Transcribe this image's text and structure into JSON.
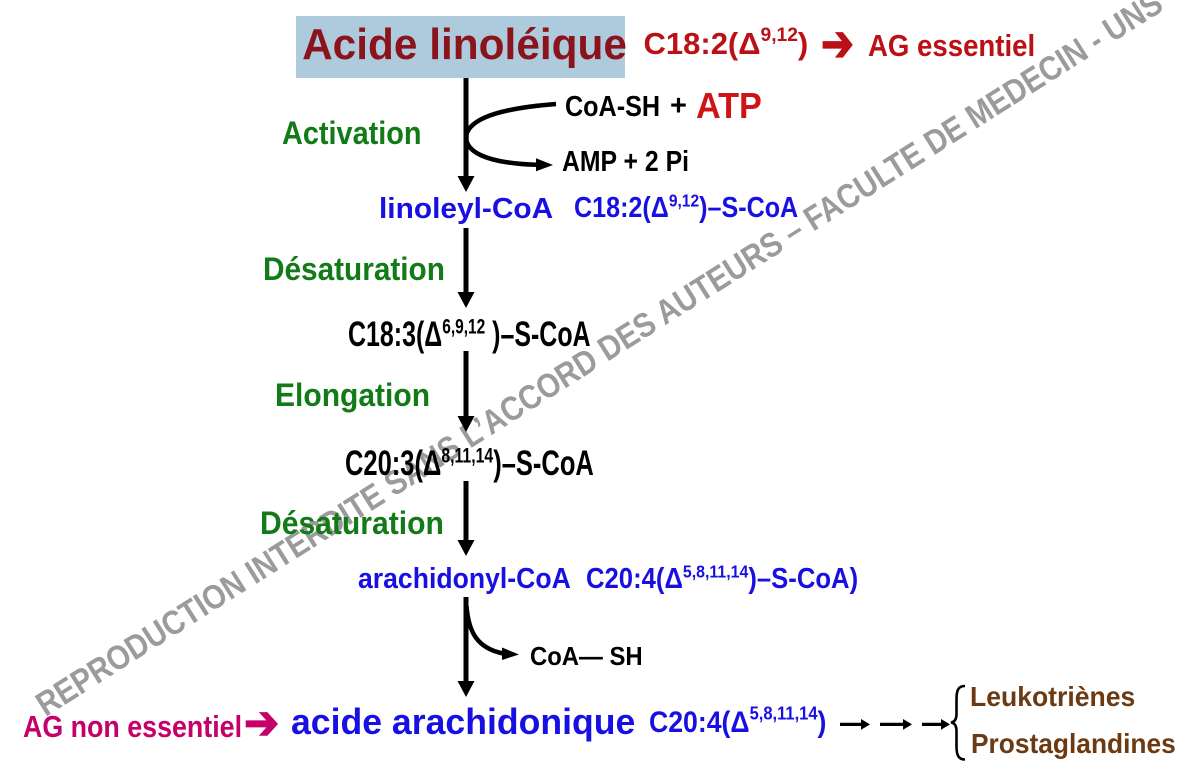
{
  "colors": {
    "background": "#ffffff",
    "title_text": "#8b141c",
    "title_bg": "#aecadd",
    "red": "#bb1016",
    "atp_red": "#d01317",
    "green": "#127a16",
    "blue": "#1810e3",
    "black": "#000000",
    "magenta": "#c5006a",
    "brown": "#6b3a12",
    "watermark_gray": "#9b9b9b"
  },
  "watermark": {
    "text": "REPRODUCTION INTERDITE SANS L’ACCORD DES AUTEURS – FACULTE DE MEDECIN - UNS"
  },
  "title": {
    "text": "Acide linoléique"
  },
  "essential_note": {
    "formula": {
      "pre": "C18:2(Δ",
      "sup": "9,12",
      "post": ")"
    },
    "arrow": "➔",
    "label": "AG essentiel"
  },
  "pathway": {
    "step1_label": "Activation",
    "cofactor_in": {
      "coa": "CoA-SH",
      "plus": "+",
      "atp": "ATP"
    },
    "cofactor_out": "AMP + 2 Pi",
    "intermediate1": {
      "name": "linoleyl-CoA",
      "formula": {
        "pre": "C18:2(Δ",
        "sup": "9,12",
        "post": ")–S-CoA"
      }
    },
    "step2_label": "Désaturation",
    "intermediate2": {
      "formula": {
        "pre": "C18:3(Δ",
        "sup": "6,9,12",
        "post": " )–S-CoA"
      }
    },
    "step3_label": "Elongation",
    "intermediate3": {
      "formula": {
        "pre": "C20:3(Δ",
        "sup": "8,11,14",
        "post": ")–S-CoA"
      }
    },
    "step4_label": "Désaturation",
    "intermediate4": {
      "name": "arachidonyl-CoA",
      "formula": {
        "pre": "C20:4(Δ",
        "sup": "5,8,11,14",
        "post": ")–S-CoA)"
      }
    },
    "release": "CoA— SH",
    "product": {
      "name": "acide arachidonique",
      "formula": {
        "pre": "C20:4(Δ",
        "sup": "5,8,11,14",
        "post": ")"
      }
    },
    "non_essential": {
      "label": "AG non essentiel",
      "arrow": "➔"
    },
    "derivatives": [
      "Leukotriènes",
      "Prostaglandines"
    ]
  }
}
